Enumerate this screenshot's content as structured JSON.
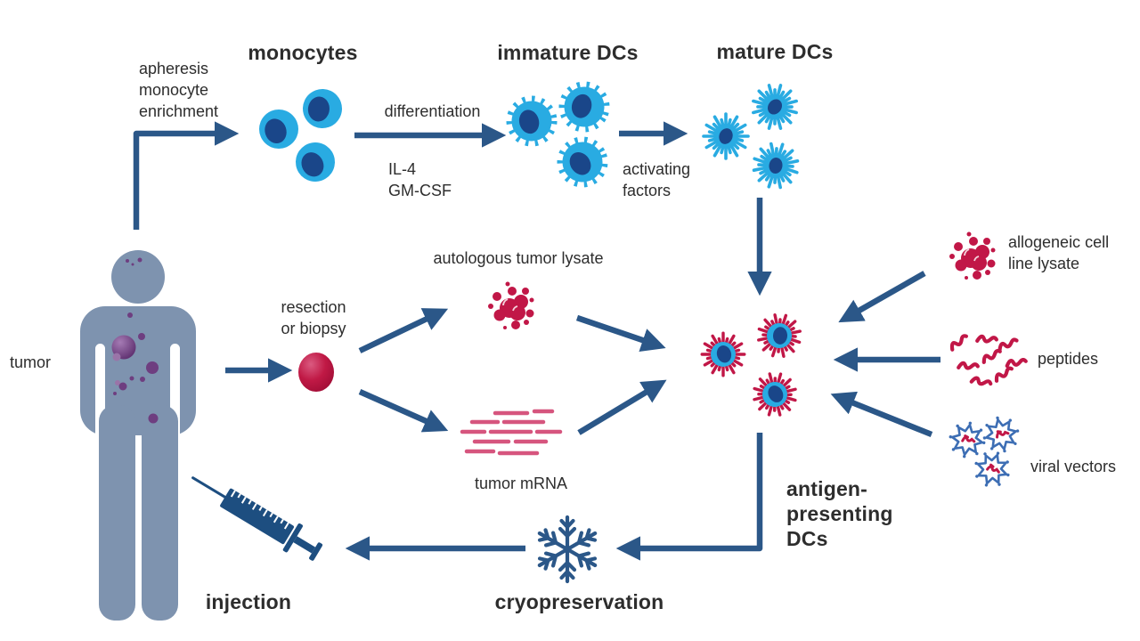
{
  "labels": {
    "monocytes_title": "monocytes",
    "apheresis_label": "apheresis\nmonocyte\nenrichment",
    "differentiation_label": "differentiation",
    "cytokines_label": "IL-4\nGM-CSF",
    "immature_dcs_title": "immature DCs",
    "activating_label": "activating\nfactors",
    "mature_dcs_title": "mature DCs",
    "tumor_label": "tumor",
    "resection_label": "resection\nor biopsy",
    "autologous_lysate_label": "autologous tumor lysate",
    "tumor_mrna_label": "tumor mRNA",
    "allogeneic_label": "allogeneic cell\nline lysate",
    "peptides_label": "peptides",
    "viral_vectors_label": "viral vectors",
    "apdc_title": "antigen-\npresenting\nDCs",
    "cryopreservation_title": "cryopreservation",
    "injection_title": "injection"
  },
  "icons": {
    "patient-figure": "human silhouette with purple tumor spots",
    "monocyte-cells": "three round blue monocytes",
    "immature-dc-cells": "three short-spiked blue dendritic cells",
    "mature-dc-cells": "three long-rayed blue dendritic cells",
    "apdc-cells": "three blue dendritic cells with red antigen spikes",
    "tumor-sphere": "red tumor tissue ball",
    "lysate-dots": "red lysate droplet cluster",
    "mrna-fragments": "pink mRNA strand fragments",
    "peptide-squiggles": "red peptide chains",
    "virus-particles": "blue viral vector particles with red genome",
    "snowflake-icon": "snowflake",
    "syringe-icon": "syringe"
  },
  "colors": {
    "arrow": "#2B5788",
    "cell": "#29ABE2",
    "nucleus": "#1A4689",
    "crimson": "#C11747",
    "pink": "#D6557E",
    "slate": "#7E93AF",
    "purple": "#6E3E80",
    "purple_light": "#9A74A8",
    "virus": "#3D6EB4",
    "navy": "#1D4E80",
    "ink": "#2D2D2D"
  }
}
